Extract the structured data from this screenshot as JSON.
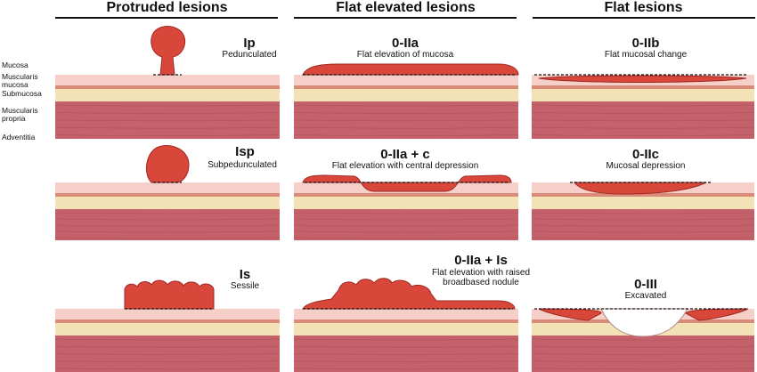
{
  "columns": [
    {
      "header": "Protruded lesions"
    },
    {
      "header": "Flat elevated lesions"
    },
    {
      "header": "Flat lesions"
    }
  ],
  "layer_labels": [
    "Mucosa",
    "Muscularis mucosa",
    "Submucosa",
    "Muscularis propria",
    "Adventitia"
  ],
  "lesions": [
    {
      "code": "Ip",
      "description": "Pedunculated"
    },
    {
      "code": "0-IIa",
      "description": "Flat elevation of mucosa"
    },
    {
      "code": "0-IIb",
      "description": "Flat mucosal change"
    },
    {
      "code": "Isp",
      "description": "Subpedunculated"
    },
    {
      "code": "0-IIa + c",
      "description": "Flat elevation with central depression"
    },
    {
      "code": "0-IIc",
      "description": "Mucosal depression"
    },
    {
      "code": "Is",
      "description": "Sessile"
    },
    {
      "code": "0-IIa + Is",
      "description": "Flat elevation with raised broadbased nodule"
    },
    {
      "code": "0-III",
      "description": "Excavated"
    }
  ],
  "colors": {
    "mucosa": "#f6d0c8",
    "muscularis_mucosa": "#d98b7a",
    "submucosa": "#f3e2b6",
    "muscularis_propria": "#c4616a",
    "lesion": "#d9473a",
    "lesion_dark": "#9e2a23"
  }
}
